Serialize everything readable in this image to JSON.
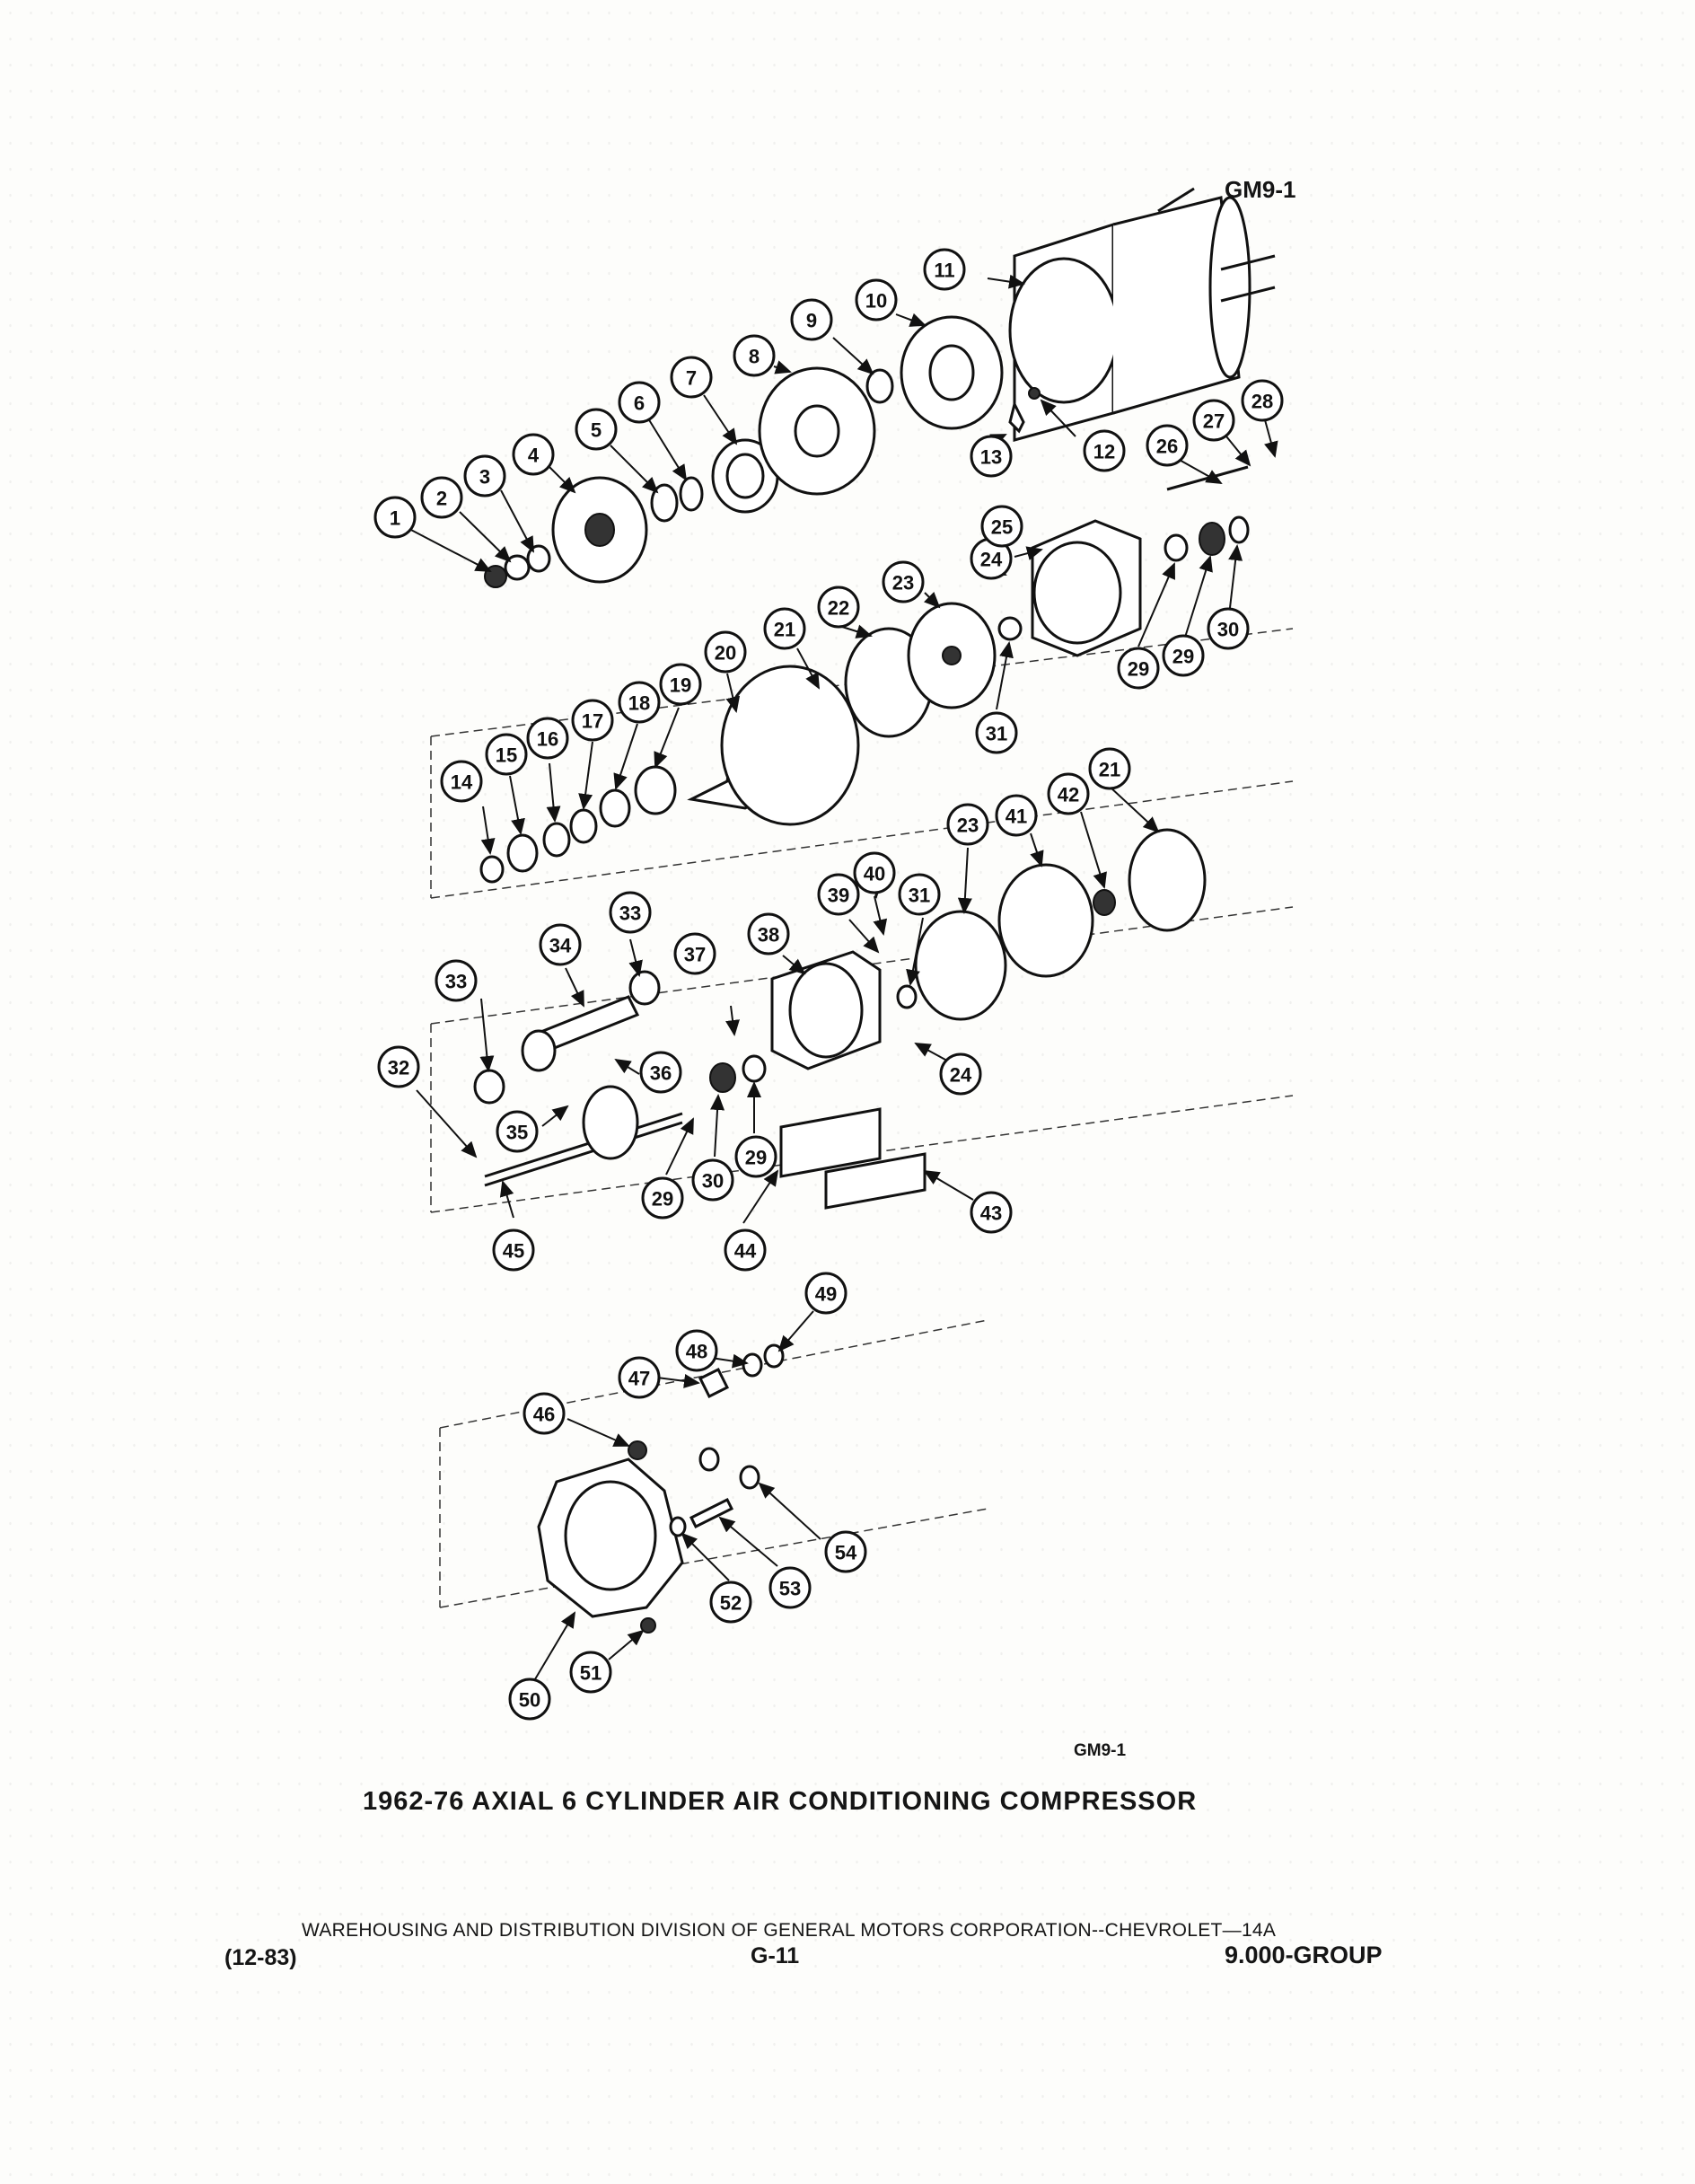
{
  "header": {
    "code": "GM9-1"
  },
  "figure": {
    "code": "GM9-1",
    "title": "1962-76 AXIAL 6 CYLINDER AIR CONDITIONING COMPRESSOR"
  },
  "footer": {
    "division": "WAREHOUSING AND DISTRIBUTION DIVISION OF GENERAL MOTORS CORPORATION--CHEVROLET—14A",
    "date": "(12-83)",
    "page": "G-11",
    "group": "9.000-GROUP"
  },
  "callouts": [
    "1",
    "2",
    "3",
    "4",
    "5",
    "6",
    "7",
    "8",
    "9",
    "10",
    "11",
    "12",
    "13",
    "14",
    "15",
    "16",
    "17",
    "18",
    "19",
    "20",
    "21",
    "22",
    "23",
    "24",
    "25",
    "26",
    "27",
    "28",
    "29",
    "29",
    "30",
    "31",
    "21",
    "23",
    "41",
    "42",
    "40",
    "39",
    "31",
    "38",
    "33",
    "34",
    "37",
    "32",
    "33",
    "36",
    "35",
    "29",
    "30",
    "29",
    "24",
    "45",
    "44",
    "43",
    "49",
    "48",
    "47",
    "46",
    "54",
    "53",
    "52",
    "50",
    "51"
  ]
}
